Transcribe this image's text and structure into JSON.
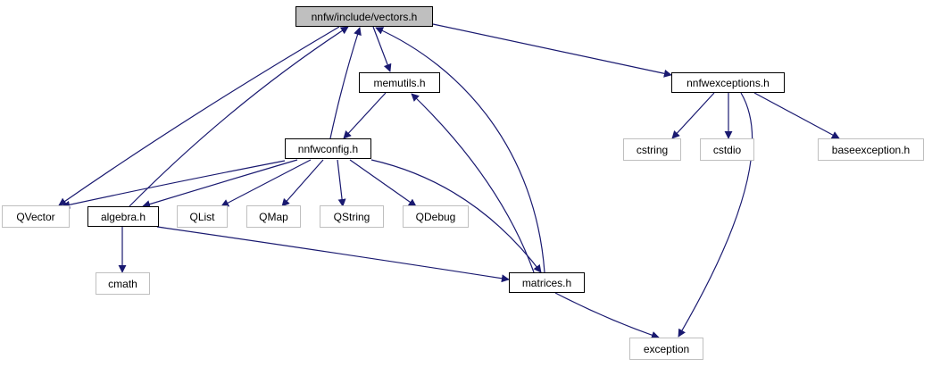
{
  "colors": {
    "edge": "#191970",
    "node_border": "#000000",
    "external_border": "#bfbfbf",
    "root_fill": "#bfbfbf"
  },
  "nodes": {
    "vectors": "nnfw/include/vectors.h",
    "memutils": "memutils.h",
    "nnfwexceptions": "nnfwexceptions.h",
    "nnfwconfig": "nnfwconfig.h",
    "cstring": "cstring",
    "cstdio": "cstdio",
    "baseexception": "baseexception.h",
    "qvector": "QVector",
    "algebra": "algebra.h",
    "qlist": "QList",
    "qmap": "QMap",
    "qstring": "QString",
    "qdebug": "QDebug",
    "cmath": "cmath",
    "matrices": "matrices.h",
    "exception": "exception"
  },
  "edges": [
    [
      "vectors",
      "memutils"
    ],
    [
      "vectors",
      "nnfwexceptions"
    ],
    [
      "vectors",
      "qvector"
    ],
    [
      "memutils",
      "nnfwconfig"
    ],
    [
      "nnfwconfig",
      "vectors"
    ],
    [
      "nnfwconfig",
      "qvector"
    ],
    [
      "nnfwconfig",
      "algebra"
    ],
    [
      "nnfwconfig",
      "qlist"
    ],
    [
      "nnfwconfig",
      "qmap"
    ],
    [
      "nnfwconfig",
      "qstring"
    ],
    [
      "nnfwconfig",
      "qdebug"
    ],
    [
      "nnfwconfig",
      "matrices"
    ],
    [
      "algebra",
      "vectors"
    ],
    [
      "algebra",
      "cmath"
    ],
    [
      "algebra",
      "matrices"
    ],
    [
      "matrices",
      "vectors"
    ],
    [
      "matrices",
      "memutils"
    ],
    [
      "matrices",
      "exception"
    ],
    [
      "nnfwexceptions",
      "cstring"
    ],
    [
      "nnfwexceptions",
      "cstdio"
    ],
    [
      "nnfwexceptions",
      "baseexception"
    ],
    [
      "nnfwexceptions",
      "exception"
    ]
  ]
}
